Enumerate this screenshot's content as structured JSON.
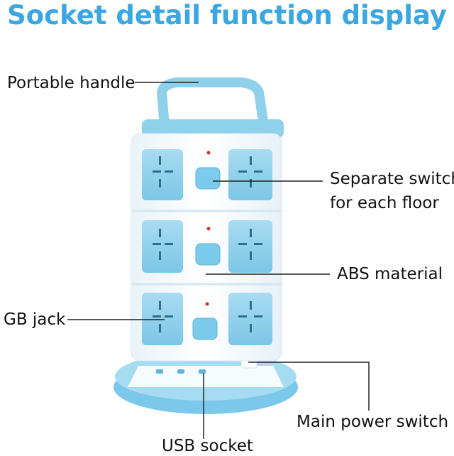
{
  "title": "Socket detail function display",
  "labels": {
    "handle": "Portable handle",
    "switch_line1": "Separate switch",
    "switch_line2": "for each floor",
    "abs": "ABS material",
    "gb": "GB jack",
    "main_switch": "Main power switch",
    "usb": "USB socket"
  },
  "colors": {
    "title": "#3aa7e2",
    "accent_blue": "#8fd0ea",
    "body_white": "#f7fbfd"
  }
}
